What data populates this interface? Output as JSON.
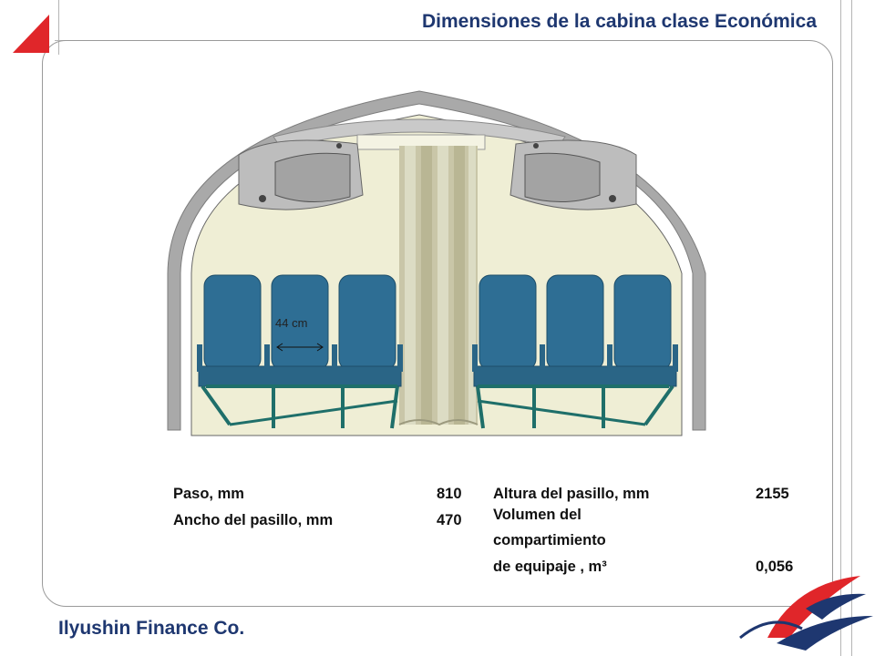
{
  "header": {
    "title": "Dimensiones de la cabina clase Económica"
  },
  "footer": {
    "company": "Ilyushin Finance Co."
  },
  "diagram": {
    "seat_width_label": "44 cm"
  },
  "stats": {
    "left": [
      {
        "label": "Paso, mm",
        "value": "810"
      },
      {
        "label": "Ancho del pasillo, mm",
        "value": "470"
      }
    ],
    "right": [
      {
        "label": "Altura del pasillo, mm",
        "value": "2155"
      },
      {
        "label_lines": [
          "Volumen del",
          "compartimiento",
          "de equipaje  , m³"
        ],
        "value": "0,056"
      }
    ]
  },
  "colors": {
    "brand_blue": "#1e3770",
    "brand_red": "#e0262a",
    "seat_blue": "#2e6e94",
    "cabin_wall": "#efeed5",
    "fuselage": "#a9a9a9"
  }
}
